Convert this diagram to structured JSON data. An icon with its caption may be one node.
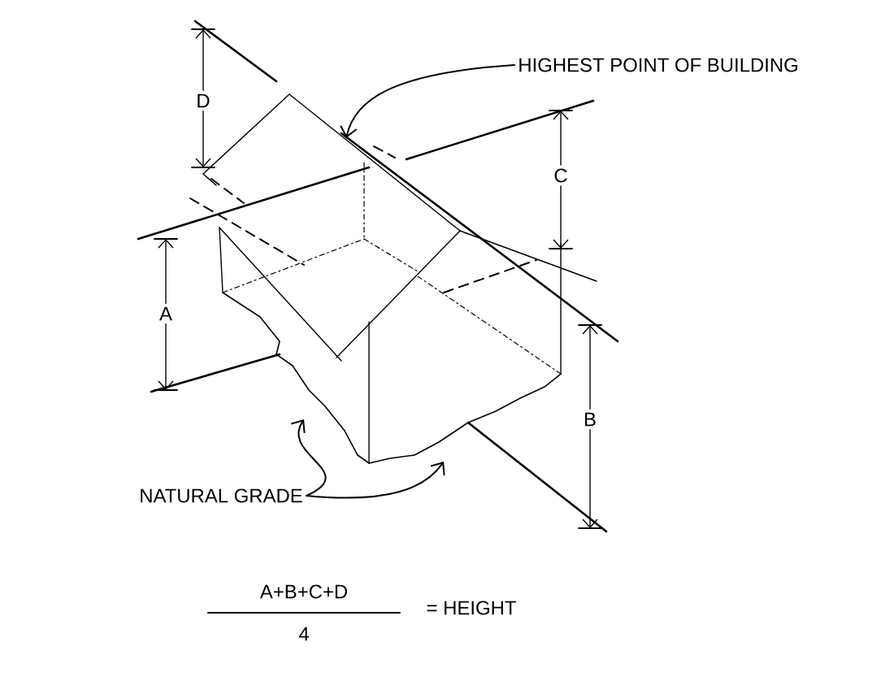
{
  "diagram": {
    "nodes": [
      {
        "text": [
          "HIGHEST POINT OF BUILDING"
        ]
      },
      {
        "text": [
          "NATURAL GRADE"
        ]
      }
    ],
    "edges": [
      {
        "from": 0,
        "to": null,
        "arrow": "to"
      },
      {
        "from": 1,
        "to": null,
        "arrow": "to"
      },
      {
        "from": 1,
        "to": null,
        "arrow": "to"
      }
    ],
    "labels": [
      "D",
      "C",
      "A",
      "B",
      "A+B+C+D",
      "4",
      "= HEIGHT"
    ]
  }
}
